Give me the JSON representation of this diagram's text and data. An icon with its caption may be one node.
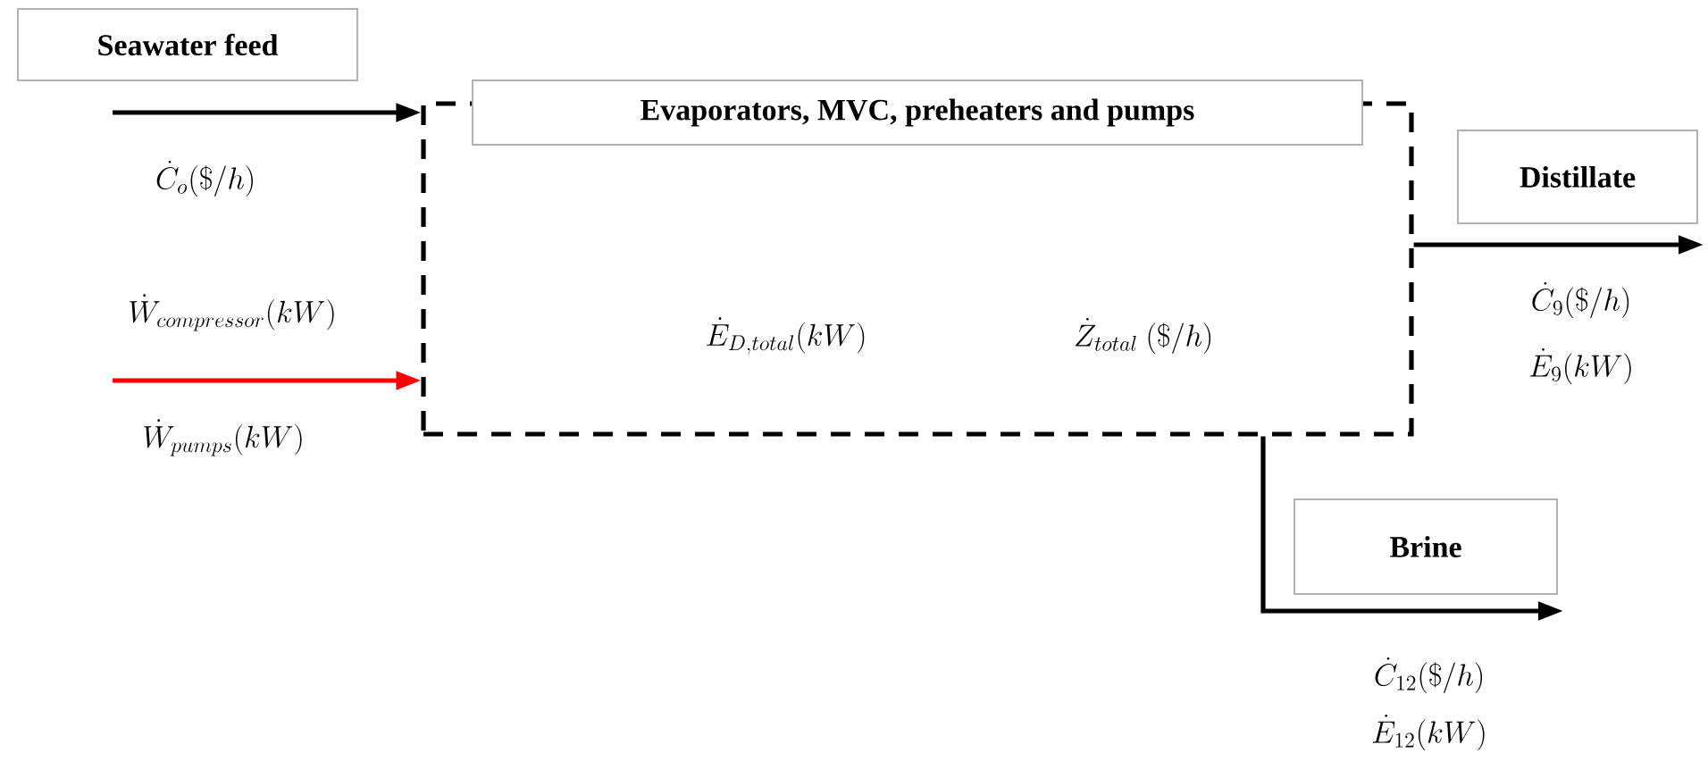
{
  "diagram": {
    "nodes": [
      {
        "text": [],
        "shape": "box"
      },
      {
        "text": [
          "Evaporators, MVC, preheaters and pumps"
        ]
      },
      {
        "text": [
          "Seawater feed"
        ]
      },
      {
        "text": [
          "Distillate"
        ]
      },
      {
        "text": [
          "Brine"
        ]
      }
    ],
    "edges": [
      {
        "from": null,
        "to": 0,
        "arrow": "to"
      },
      {
        "from": null,
        "to": 0,
        "arrow": "to",
        "color": "#ff0000"
      },
      {
        "from": 0,
        "to": 3,
        "arrow": "to"
      },
      {
        "from": 0,
        "to": 4,
        "arrow": "to"
      }
    ],
    "labels": [
      "\\dot{C}_o(\\$/h)",
      "\\dot{W}_{compressor}(kW)",
      "\\dot{W}_{pumps}(kW)",
      "\\dot{E}_{D,total}(kW)",
      "\\dot{Z}_{total}\\ (\\$/h)",
      "\\dot{C}_9(\\$/h)",
      "\\dot{E}_9(kW)",
      "\\dot{C}_{12}(\\$/h)",
      "\\dot{E}_{12}(kW)"
    ]
  }
}
